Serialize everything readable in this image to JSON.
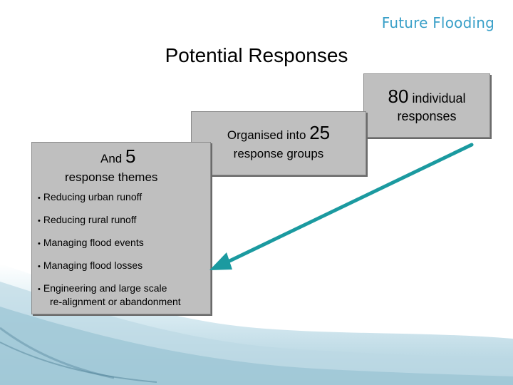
{
  "brand": "Future Flooding",
  "title": "Potential Responses",
  "box_individual": {
    "number": "80",
    "text1": "individual",
    "text2": "responses"
  },
  "box_groups": {
    "prefix": "Organised into",
    "number": "25",
    "text2": "response groups"
  },
  "box_themes": {
    "prefix": "And",
    "number": "5",
    "text2": "response themes",
    "bullets": [
      "Reducing urban runoff",
      "Reducing rural runoff",
      "Managing flood events",
      "Managing flood losses"
    ],
    "last_bullet_line1": "Engineering and large scale",
    "last_bullet_line2": "re-alignment or abandonment"
  },
  "colors": {
    "arrow": "#1b9aa0",
    "box": "#bfbfbf",
    "brand": "#3aa0c8"
  }
}
